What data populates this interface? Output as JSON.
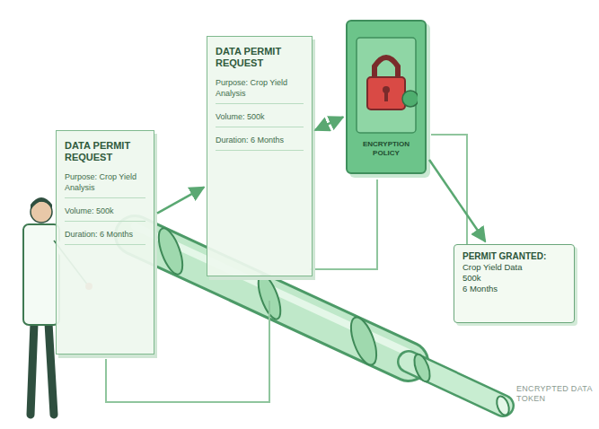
{
  "diagram": {
    "nodes": [
      {
        "text": [
          "DATA PERMIT REQUEST",
          "Purpose: Crop Yield Analysis",
          "Volume: 500k",
          "Duration: 6 Months"
        ]
      },
      {
        "text": [
          "DATA PERMIT REQUEST",
          "Purpose: Crop Yield Analysis",
          "Volume: 500k",
          "Duration: 6 Months"
        ]
      },
      {
        "text": [
          "ENCRYPTION POLICY"
        ]
      },
      {
        "text": [
          "PERMIT GRANTED:",
          "Crop Yield Data",
          "500k",
          "6 Months"
        ]
      }
    ],
    "edges": [
      {
        "from": 0,
        "to": 1,
        "arrow": "to"
      },
      {
        "from": 1,
        "to": 2,
        "arrow": "both"
      },
      {
        "from": 2,
        "to": 3,
        "arrow": "to"
      }
    ],
    "labels": [
      "ENCRYPTED DATA TOKEN"
    ]
  }
}
